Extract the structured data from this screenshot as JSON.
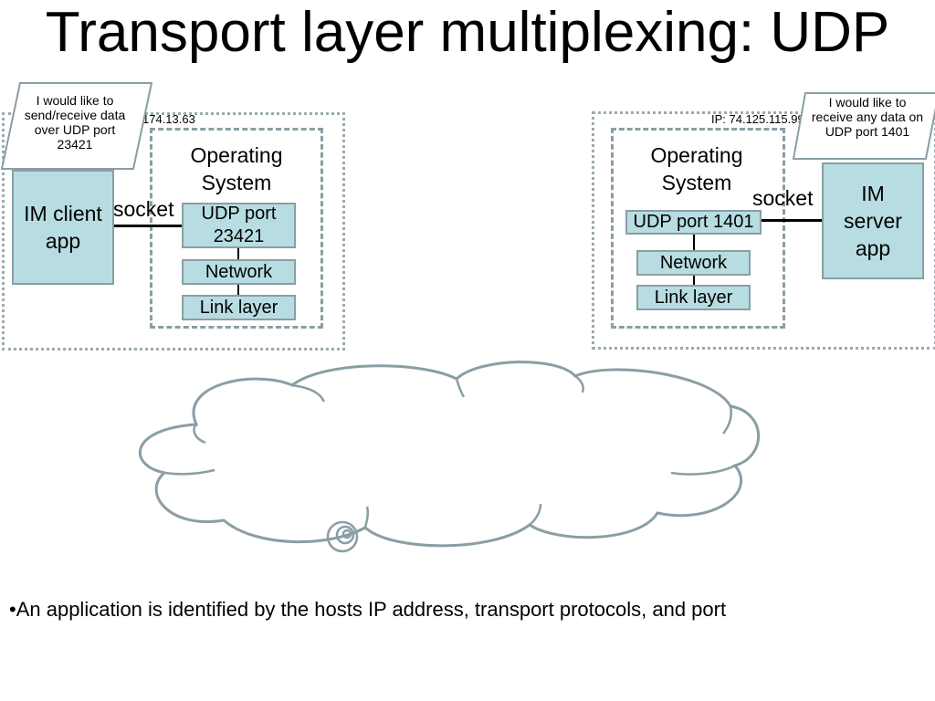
{
  "slide": {
    "title": "Transport layer multiplexing: UDP",
    "bullet": "•An application is identified by the hosts IP address, transport protocols, and port"
  },
  "client": {
    "ip_label": "174.13.63",
    "callout": "I would like to send/receive data over UDP port 23421",
    "app": "IM client app",
    "os_label": "Operating System",
    "socket_label": "socket",
    "udp_port": "UDP port 23421",
    "network": "Network",
    "link": "Link layer"
  },
  "server": {
    "ip_label": "IP: 74.125.115.99",
    "callout": "I would like to receive any data on UDP port 1401",
    "app": "IM server app",
    "os_label": "Operating System",
    "socket_label": "socket",
    "udp_port": "UDP port 1401",
    "network": "Network",
    "link": "Link layer"
  },
  "colors": {
    "box_fill": "#b7dde2",
    "box_border": "#8a9ea4",
    "cloud_stroke": "#8a9ea4"
  }
}
